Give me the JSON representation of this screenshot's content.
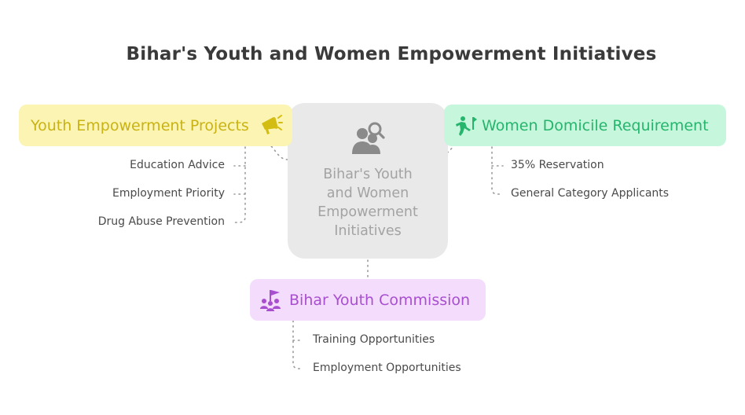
{
  "title": "Bihar's Youth and Women Empowerment Initiatives",
  "center": {
    "label_lines": [
      "Bihar's Youth",
      "and Women",
      "Empowerment",
      "Initiatives"
    ],
    "icon": "users-search-icon"
  },
  "nodes": {
    "youth": {
      "label": "Youth Empowerment Projects",
      "icon": "megaphone-icon",
      "color": "#c9b314",
      "bg": "#fcf4b3",
      "items": [
        "Education Advice",
        "Employment Priority",
        "Drug Abuse Prevention"
      ]
    },
    "women": {
      "label": "Women Domicile Requirement",
      "icon": "runner-flag-icon",
      "color": "#25b56c",
      "bg": "#c6f6dc",
      "items": [
        "35% Reservation",
        "General Category Applicants"
      ]
    },
    "bihar": {
      "label": "Bihar Youth Commission",
      "icon": "group-flag-icon",
      "color": "#a84fd0",
      "bg": "#f4dcfc",
      "items": [
        "Training Opportunities",
        "Employment Opportunities"
      ]
    }
  }
}
